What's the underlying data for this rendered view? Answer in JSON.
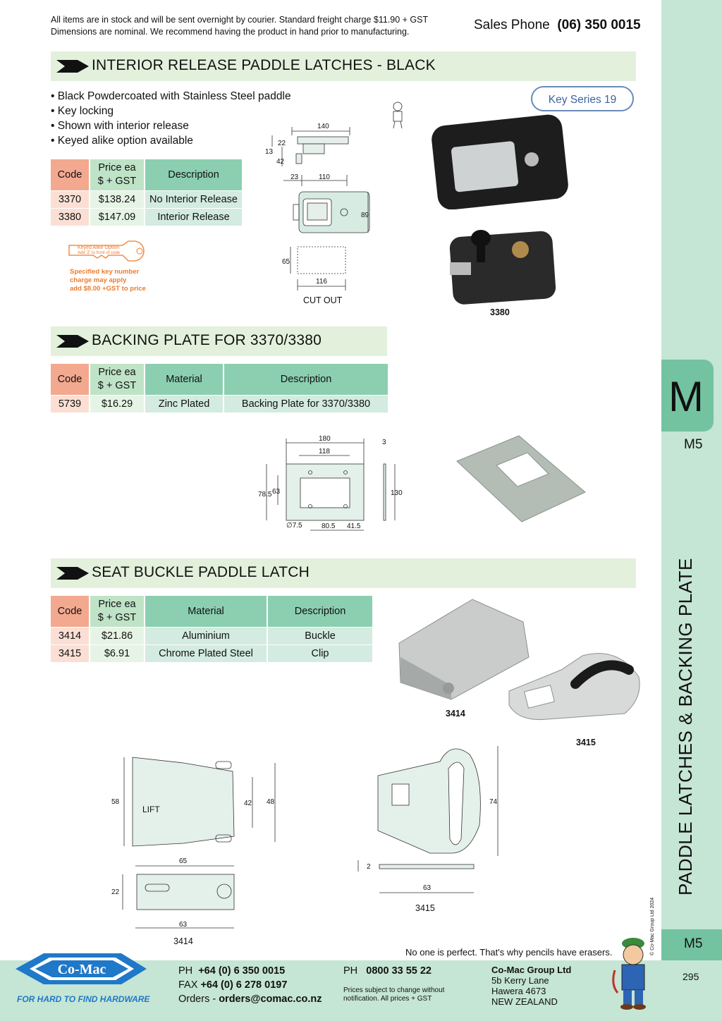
{
  "notice": {
    "line1": "All items are in stock and will be sent overnight by courier. Standard freight charge $11.90 + GST",
    "line2": "Dimensions are nominal. We recommend having the product in hand prior to manufacturing."
  },
  "sales": {
    "label": "Sales Phone",
    "number": "(06) 350 0015"
  },
  "section1": {
    "title": "INTERIOR RELEASE PADDLE LATCHES - BLACK",
    "bullets": [
      "• Black Powdercoated with Stainless Steel paddle",
      "• Key locking",
      "• Shown with interior release",
      "• Keyed alike option available"
    ],
    "key_series": "Key Series 19",
    "headers": {
      "code": "Code",
      "price1": "Price ea",
      "price2": "$ + GST",
      "desc": "Description"
    },
    "rows": [
      {
        "code": "3370",
        "price": "$138.24",
        "desc": "No Interior Release"
      },
      {
        "code": "3380",
        "price": "$147.09",
        "desc": "Interior Release"
      }
    ],
    "key_note": {
      "key1": "Keyed Alike Option",
      "key2": "Add 'Z' to front of code",
      "l1": "Specified key number",
      "l2": "charge may apply",
      "l3": "add $8.00 +GST to price"
    },
    "dims": {
      "d140": "140",
      "d22": "22",
      "d13": "13",
      "d42": "42",
      "d23": "23",
      "d110": "110",
      "d89": "89",
      "d65": "65",
      "d116": "116",
      "cutout": "CUT OUT"
    },
    "photo_caption": "3380"
  },
  "section2": {
    "title": "BACKING PLATE FOR 3370/3380",
    "headers": {
      "code": "Code",
      "price1": "Price ea",
      "price2": "$ + GST",
      "material": "Material",
      "desc": "Description"
    },
    "rows": [
      {
        "code": "5739",
        "price": "$16.29",
        "material": "Zinc Plated",
        "desc": "Backing Plate for 3370/3380"
      }
    ],
    "dims": {
      "d180": "180",
      "d118": "118",
      "d3": "3",
      "d785": "78.5",
      "d63": "63",
      "d130": "130",
      "d75": "∅7.5",
      "d805": "80.5",
      "d415": "41.5"
    }
  },
  "section3": {
    "title": "SEAT BUCKLE PADDLE LATCH",
    "headers": {
      "code": "Code",
      "price1": "Price ea",
      "price2": "$ + GST",
      "material": "Material",
      "desc": "Description"
    },
    "rows": [
      {
        "code": "3414",
        "price": "$21.86",
        "material": "Aluminium",
        "desc": "Buckle"
      },
      {
        "code": "3415",
        "price": "$6.91",
        "material": "Chrome Plated Steel",
        "desc": "Clip"
      }
    ],
    "captions": {
      "c3414": "3414",
      "c3415": "3415"
    },
    "dims": {
      "d58": "58",
      "lift": "LIFT",
      "d42": "42",
      "d48": "48",
      "d65": "65",
      "d22": "22",
      "d63a": "63",
      "d74": "74",
      "d2": "2",
      "d63b": "63"
    }
  },
  "sidebar": {
    "letter": "M",
    "code_top": "M5",
    "vertical": "PADDLE LATCHES & BACKING PLATE",
    "copyright": "© Co-Mac Group Ltd 2024",
    "code_bottom": "M5",
    "page": "295"
  },
  "footer": {
    "motto": "No one is perfect. That's why pencils have erasers.",
    "logo": "Co-Mac",
    "tagline": "FOR HARD TO FIND HARDWARE",
    "ph_label": "PH",
    "ph": "+64 (0) 6 350 0015",
    "fax_label": "FAX",
    "fax": "+64 (0) 6 278 0197",
    "orders_label": "Orders - ",
    "orders": "orders@comac.co.nz",
    "ph2_label": "PH",
    "ph2": "0800 33 55 22",
    "prices_note1": "Prices subject to change without",
    "prices_note2": "notification. All prices + GST",
    "company": "Co-Mac Group Ltd",
    "addr1": "5b Kerry Lane",
    "addr2": "Hawera 4673",
    "addr3": "NEW ZEALAND"
  },
  "colors": {
    "band": "#e3f1dc",
    "code_header": "#f2a98f",
    "desc_header": "#8bcfb0",
    "sidebar": "#c5e5d5",
    "tab": "#73c3a0",
    "brand_blue": "#1f78c8",
    "key_orange": "#f07a2a"
  }
}
